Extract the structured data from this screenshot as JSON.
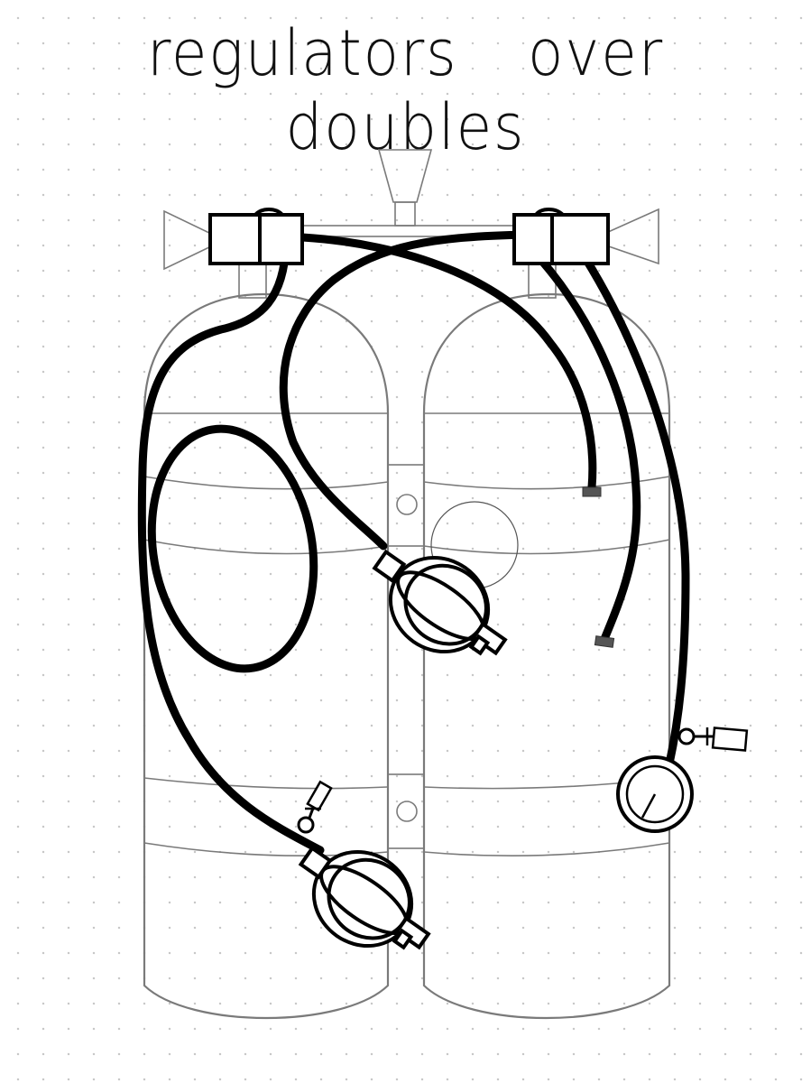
{
  "title": {
    "words": [
      "regulators",
      "over",
      "doubles"
    ]
  },
  "diagram": {
    "subject": "twin-tank-regulator-setup",
    "icons": [
      "cylinder-icon",
      "manifold-icon",
      "first-stage-icon",
      "second-stage-icon",
      "pressure-gauge-icon",
      "quick-disconnect-icon"
    ]
  }
}
